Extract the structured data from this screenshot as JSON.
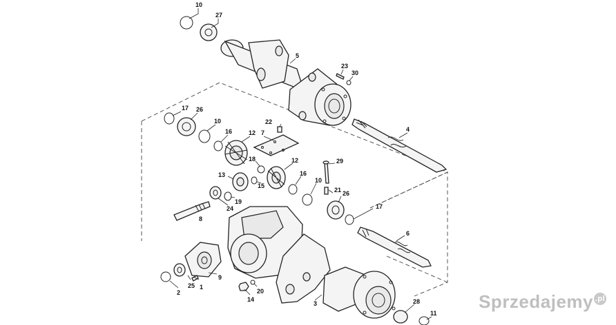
{
  "callouts": {
    "c10a": "10",
    "c27": "27",
    "c5": "5",
    "c23": "23",
    "c30": "30",
    "c17a": "17",
    "c26a": "26",
    "c10b": "10",
    "c16a": "16",
    "c12a": "12",
    "c22": "22",
    "c7": "7",
    "c4": "4",
    "c29": "29",
    "c18": "18",
    "c12b": "12",
    "c13": "13",
    "c15": "15",
    "c16b": "16",
    "c10c": "10",
    "c21": "21",
    "c26b": "26",
    "c19": "19",
    "c24": "24",
    "c8": "8",
    "c17b": "17",
    "c6": "6",
    "c9": "9",
    "c1": "1",
    "c25": "25",
    "c2": "2",
    "c20": "20",
    "c14": "14",
    "c3": "3",
    "c28": "28",
    "c11": "11"
  },
  "watermark": {
    "text": "Sprzedajemy",
    "suffix": ".pl"
  }
}
